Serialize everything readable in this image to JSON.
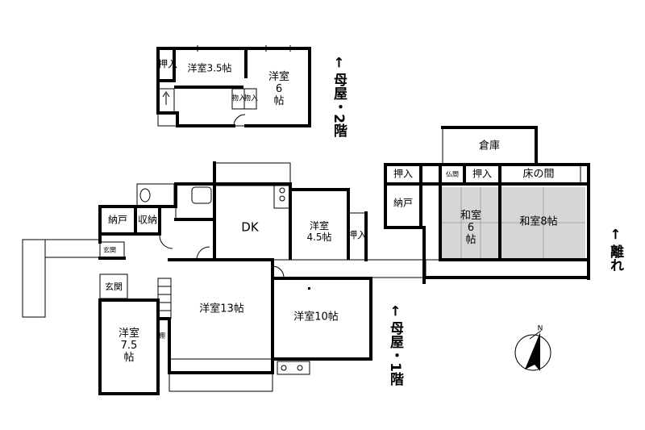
{
  "upper_floor": {
    "room_oshiire": "押入",
    "room_western_3_5": "洋室3.5帖",
    "room_western_6": "洋室\n6\n帖",
    "closet_monoire_1": "物入",
    "closet_monoire_2": "物入",
    "caption": "← 母屋・2階"
  },
  "main_floor": {
    "room_dk": "DK",
    "room_western_4_5": "洋室\n4.5帖",
    "room_oshiire": "押入",
    "room_nando": "納戸",
    "room_shuno": "収納",
    "entrance_small": "玄関",
    "entrance": "玄関",
    "room_western_13": "洋室13帖",
    "room_western_10": "洋室10帖",
    "room_western_7_5": "洋室\n7.5\n帖",
    "shelf": "棚",
    "caption": "← 母屋・1階"
  },
  "annex": {
    "storage": "倉庫",
    "oshiire_1": "押入",
    "oshiire_2": "押入",
    "butsuma": "仏間",
    "tokonoma": "床の間",
    "nando": "納戸",
    "japanese_6": "和室\n6\n帖",
    "japanese_8": "和室8帖",
    "caption": "← 離れ"
  },
  "compass": {
    "north_mark": "N"
  },
  "colors": {
    "wall": "#000000",
    "tatami": "#d6d6d6",
    "storage_fill": "#ececec",
    "background": "#ffffff"
  }
}
